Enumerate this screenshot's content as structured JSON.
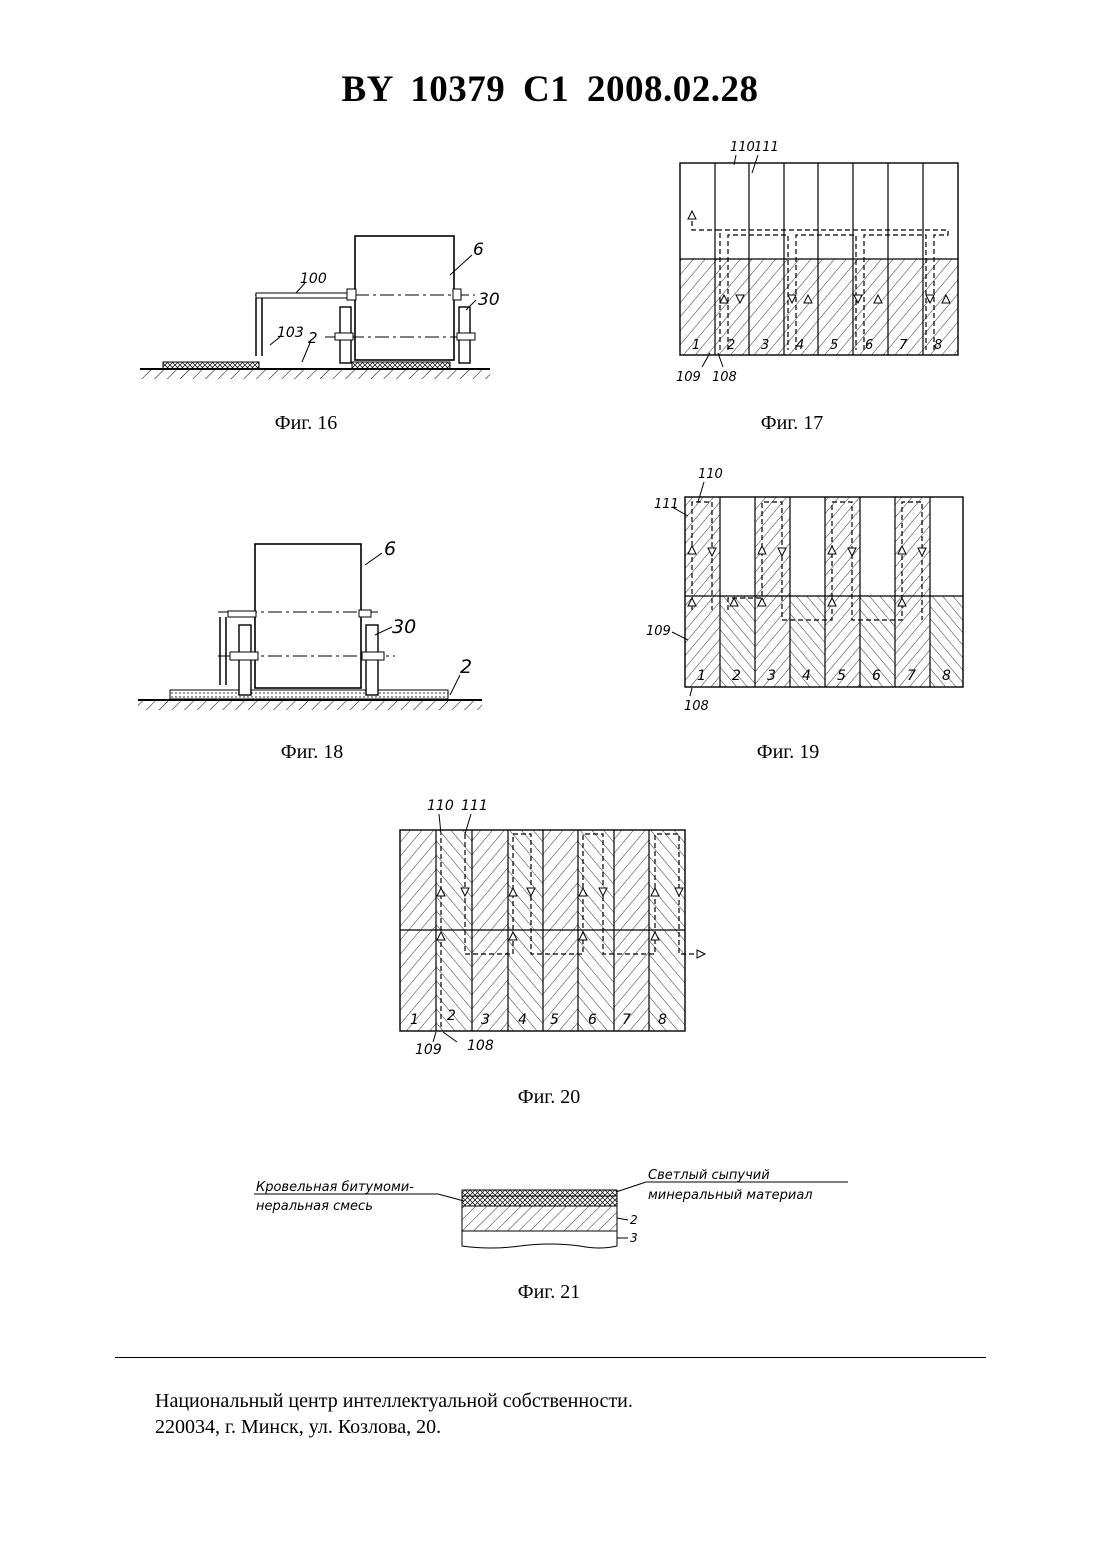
{
  "header": {
    "title": "BY  10379  C1  2008.02.28"
  },
  "figures": {
    "fig16": {
      "caption": "Фиг. 16",
      "labels": {
        "l6": "6",
        "l100": "100",
        "l30": "30",
        "l103": "103",
        "l2": "2"
      }
    },
    "fig17": {
      "caption": "Фиг. 17",
      "labels": {
        "l110": "110",
        "l111": "111",
        "l109": "109",
        "l108": "108"
      },
      "columns": [
        "1",
        "2",
        "3",
        "4",
        "5",
        "6",
        "7",
        "8"
      ]
    },
    "fig18": {
      "caption": "Фиг. 18",
      "labels": {
        "l6": "6",
        "l30": "30",
        "l2": "2"
      }
    },
    "fig19": {
      "caption": "Фиг. 19",
      "labels": {
        "l110": "110",
        "l111": "111",
        "l109": "109",
        "l108": "108"
      },
      "columns": [
        "1",
        "2",
        "3",
        "4",
        "5",
        "6",
        "7",
        "8"
      ]
    },
    "fig20": {
      "caption": "Фиг. 20",
      "labels": {
        "l110": "110",
        "l111": "111",
        "l109": "109",
        "l108": "108"
      },
      "columns": [
        "1",
        "2",
        "3",
        "4",
        "5",
        "6",
        "7",
        "8"
      ]
    },
    "fig21": {
      "caption": "Фиг. 21",
      "labels": {
        "left_line1": "Кровельная битумоми-",
        "left_line2": "неральная смесь",
        "right_line1": "Светлый сыпучий",
        "right_line2": "минеральный материал",
        "l2": "2",
        "l3": "3"
      }
    }
  },
  "footer": {
    "line1": "Национальный центр интеллектуальной собственности.",
    "line2": "220034, г. Минск, ул. Козлова, 20."
  }
}
